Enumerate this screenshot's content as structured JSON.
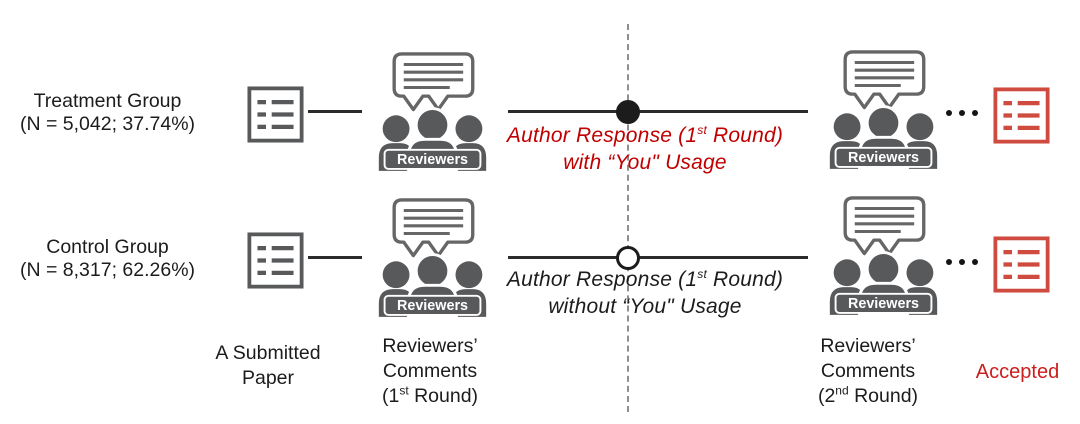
{
  "groups": [
    {
      "name_line1": "Treatment Group",
      "name_line2": "(N = 5,042; 37.74%)",
      "response": {
        "pre": "Author Response (1",
        "sup": "st",
        "post": " Round)",
        "line2": "with “You\" Usage"
      },
      "marker": "filled"
    },
    {
      "name_line1": "Control Group",
      "name_line2": "(N = 8,317; 62.26%)",
      "response": {
        "pre": "Author Response (1",
        "sup": "st",
        "post": " Round)",
        "line2": "without “You\" Usage"
      },
      "marker": "open"
    }
  ],
  "bottom_labels": {
    "submitted_paper": {
      "line1": "A Submitted",
      "line2": "Paper"
    },
    "reviewers_round1": {
      "line1": "Reviewers’",
      "line2": "Comments",
      "round_pre": "(1",
      "round_sup": "st",
      "round_post": " Round)"
    },
    "reviewers_round2": {
      "line1": "Reviewers’",
      "line2": "Comments",
      "round_pre": "(2",
      "round_sup": "nd",
      "round_post": " Round)"
    },
    "accepted": "Accepted"
  },
  "icons": {
    "reviewers_badge": "Reviewers",
    "ellipsis": "three-dots",
    "submitted_paper_icon": "document-with-text-lines",
    "accepted_paper_icon": "red-document-with-text-lines",
    "speech_bubble_icon": "group-chat-bubble"
  },
  "colors": {
    "red_text": "#c00000",
    "accepted_red": "#c9201d",
    "red_icon": "#cf4a3f",
    "gray_icon": "#58595b",
    "bubble_stroke": "#666666",
    "line": "#2b2b2b",
    "dashed": "#8f8f8f"
  }
}
